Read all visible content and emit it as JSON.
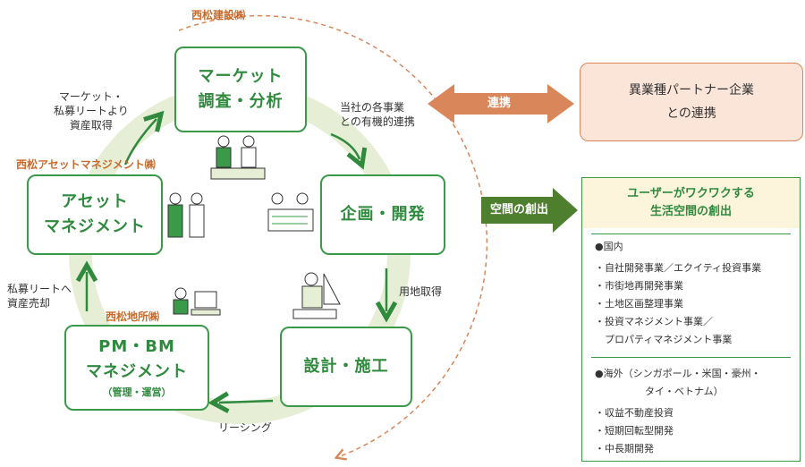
{
  "companies": {
    "construction": "西松建設㈱",
    "asset_management": "西松アセットマネジメント㈱",
    "estate": "西松地所㈱"
  },
  "cycle": {
    "market": [
      "マーケット",
      "調査・分析"
    ],
    "planning": "企画・開発",
    "design": "設計・施工",
    "pmbm": [
      "PM・BM",
      "マネジメント"
    ],
    "pmbm_sub": "（管理・運営）",
    "asset": [
      "アセット",
      "マネジメント"
    ]
  },
  "labels": {
    "synergy": [
      "当社の各事業",
      "との有機的連携"
    ],
    "land": "用地取得",
    "leasing": "リーシング",
    "sale": [
      "私募リートへ",
      "資産売却"
    ],
    "acquire": [
      "マーケット・",
      "私募リートより",
      "資産取得"
    ]
  },
  "collab": {
    "arrow_label": "連携",
    "partner": [
      "異業種パートナー企業",
      "との連携"
    ]
  },
  "space": {
    "arrow_label": "空間の創出",
    "panel_title": [
      "ユーザーがワクワクする",
      "生活空間の創出"
    ],
    "domestic_heading": "●国内",
    "domestic_items": [
      "・自社開発事業／エクイティ投資事業",
      "・市街地再開発事業",
      "・土地区画整理事業",
      "・投資マネジメント事業／",
      "　プロパティマネジメント事業"
    ],
    "overseas_heading": "●海外（シンガポール・米国・豪州・",
    "overseas_heading_cont": "タイ・ベトナム）",
    "overseas_items": [
      "・収益不動産投資",
      "・短期回転型開発",
      "・中長期開発"
    ]
  },
  "colors": {
    "green": "#3b9a4a",
    "ring": "#e6efd6",
    "orange": "#d9875a",
    "arrow_green": "#4e7f2f"
  }
}
